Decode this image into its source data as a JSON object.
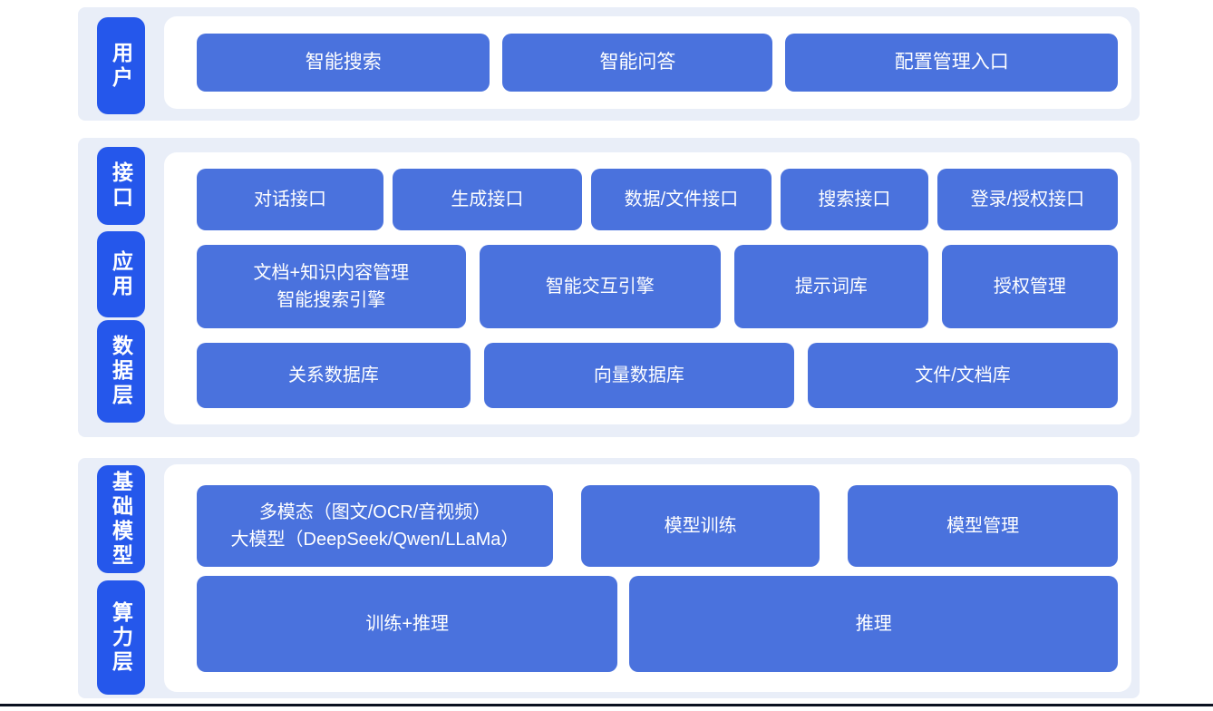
{
  "colors": {
    "page_bg": "#ffffff",
    "band_bg": "#e9eef8",
    "panel_bg": "#ffffff",
    "label_bg": "#2557eb",
    "block_bg": "#4a72dd",
    "block_text": "#ffffff",
    "line": "#0b1120"
  },
  "layers": {
    "user": {
      "label": "用户",
      "buttons": {
        "smart_search": "智能搜索",
        "smart_qa": "智能问答",
        "config_entry": "配置管理入口"
      }
    },
    "middle": {
      "labels": {
        "interface": "接口",
        "application": "应用",
        "data": "数据层"
      },
      "interface_row": {
        "dialog_api": "对话接口",
        "generation_api": "生成接口",
        "data_file_api": "数据/文件接口",
        "search_api": "搜索接口",
        "login_auth_api": "登录/授权接口"
      },
      "application_row": {
        "doc_knowledge_line1": "文档+知识内容管理",
        "doc_knowledge_line2": "智能搜索引擎",
        "interaction_engine": "智能交互引擎",
        "prompt_library": "提示词库",
        "auth_management": "授权管理"
      },
      "data_row": {
        "relational_db": "关系数据库",
        "vector_db": "向量数据库",
        "file_doc_store": "文件/文档库"
      }
    },
    "foundation": {
      "labels": {
        "base_model": "基础模型",
        "compute": "算力层"
      },
      "model_row": {
        "multimodal_line1": "多模态（图文/OCR/音视频）",
        "multimodal_line2": "大模型（DeepSeek/Qwen/LLaMa）",
        "model_training": "模型训练",
        "model_management": "模型管理"
      },
      "compute_row": {
        "train_plus_inference": "训练+推理",
        "inference": "推理"
      }
    }
  }
}
